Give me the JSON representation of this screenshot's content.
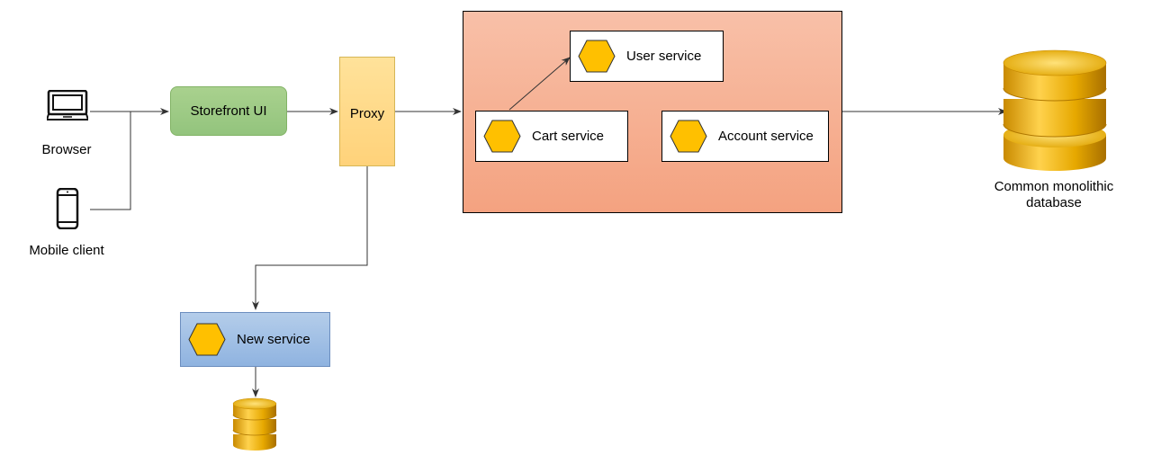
{
  "clients": {
    "browser_label": "Browser",
    "mobile_label": "Mobile client"
  },
  "storefront": {
    "label": "Storefront UI"
  },
  "proxy": {
    "label": "Proxy"
  },
  "monolith": {
    "services": {
      "user": "User service",
      "cart": "Cart service",
      "account": "Account service"
    }
  },
  "new_service": {
    "label": "New service"
  },
  "database": {
    "label_line1": "Common monolithic",
    "label_line2": "database"
  },
  "colors": {
    "hexagon_fill": "#ffc000",
    "hexagon_stroke": "#333333",
    "storefront_fill": "#9dcb84",
    "proxy_fill": "#ffd88a",
    "monolith_fill": "#f6b396",
    "new_service_fill": "#a3c2e6",
    "database_gold": "#e6a800"
  },
  "icons": [
    "desktop-icon",
    "smartphone-icon",
    "hexagon-icon",
    "database-icon"
  ]
}
